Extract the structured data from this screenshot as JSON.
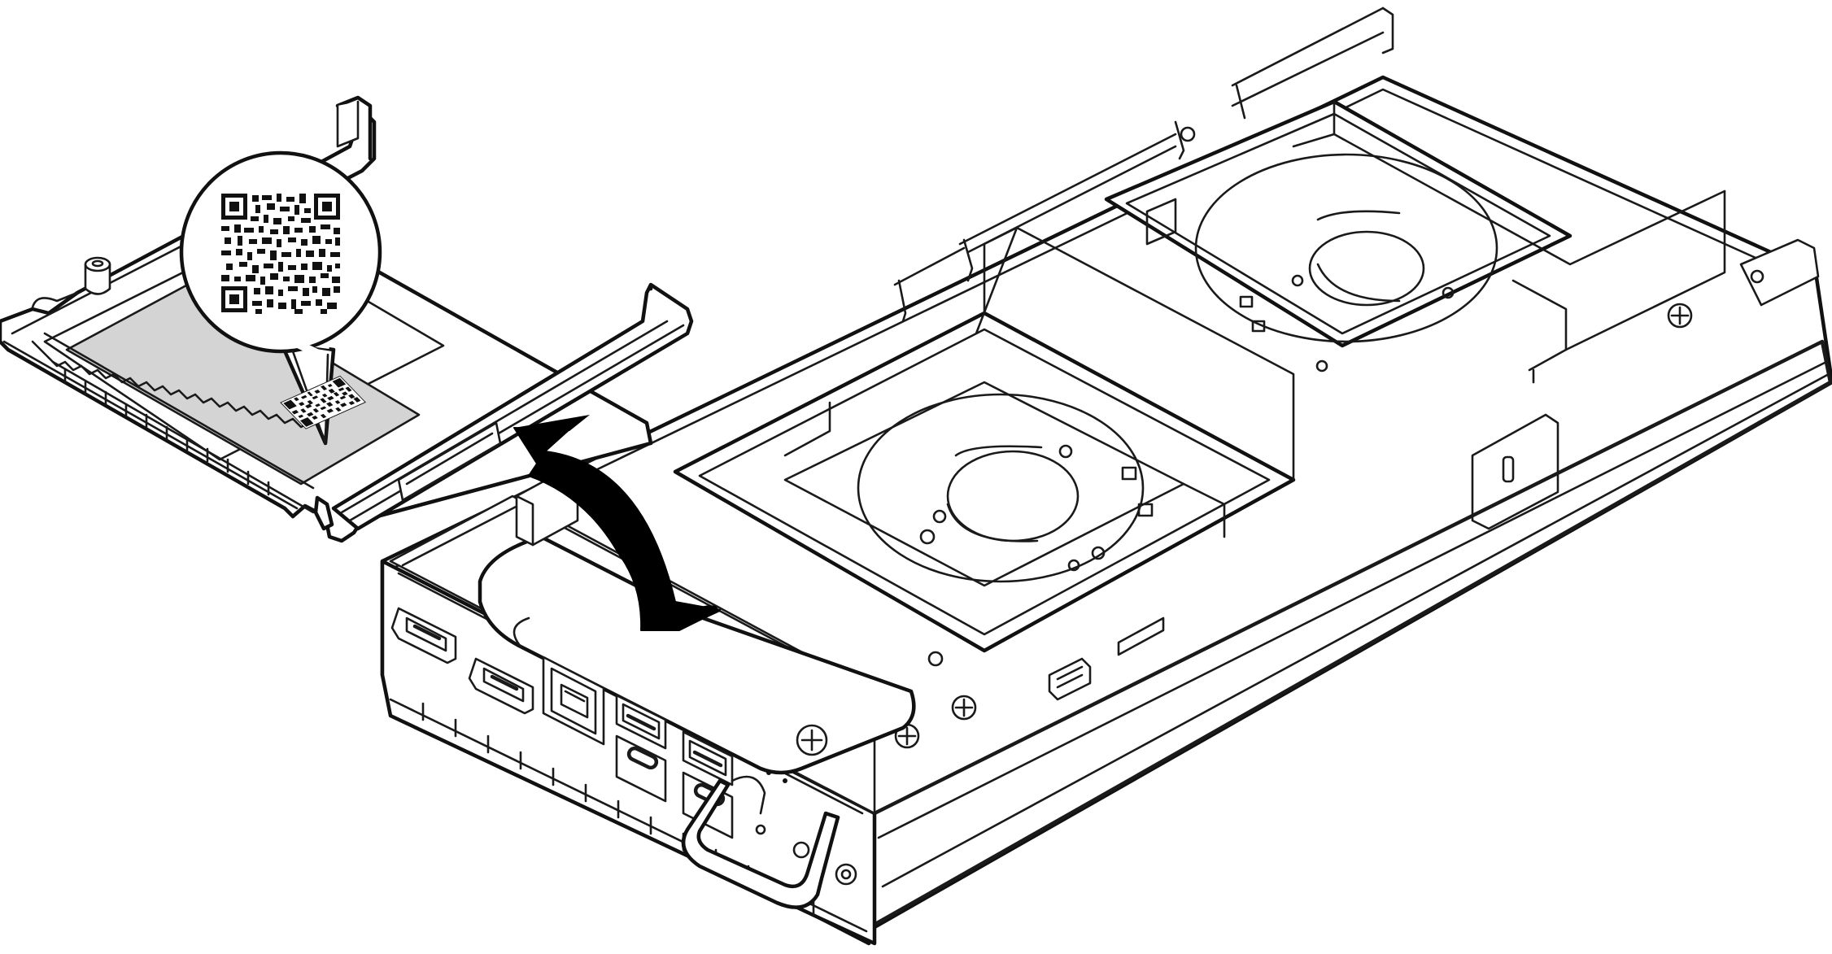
{
  "figure": {
    "background": "#ffffff",
    "line_color": "#1a1a1a",
    "label_fill_color": "#d4d4d4",
    "arrow_color": "#000000",
    "components": [
      "m2-adapter-tray",
      "qr-code-label",
      "qr-callout-magnified",
      "removal-arrow",
      "node-chassis",
      "fan-left",
      "fan-right",
      "rear-io-ports",
      "pull-handle"
    ],
    "arrow_direction": "lift-up-and-out",
    "ports": [
      "hdmi-port-1",
      "hdmi-port-2",
      "rj45-ethernet-port",
      "usb-a-port-1",
      "usb-c-port-1",
      "usb-a-port-2",
      "usb-c-port-2",
      "audio-jack"
    ]
  }
}
